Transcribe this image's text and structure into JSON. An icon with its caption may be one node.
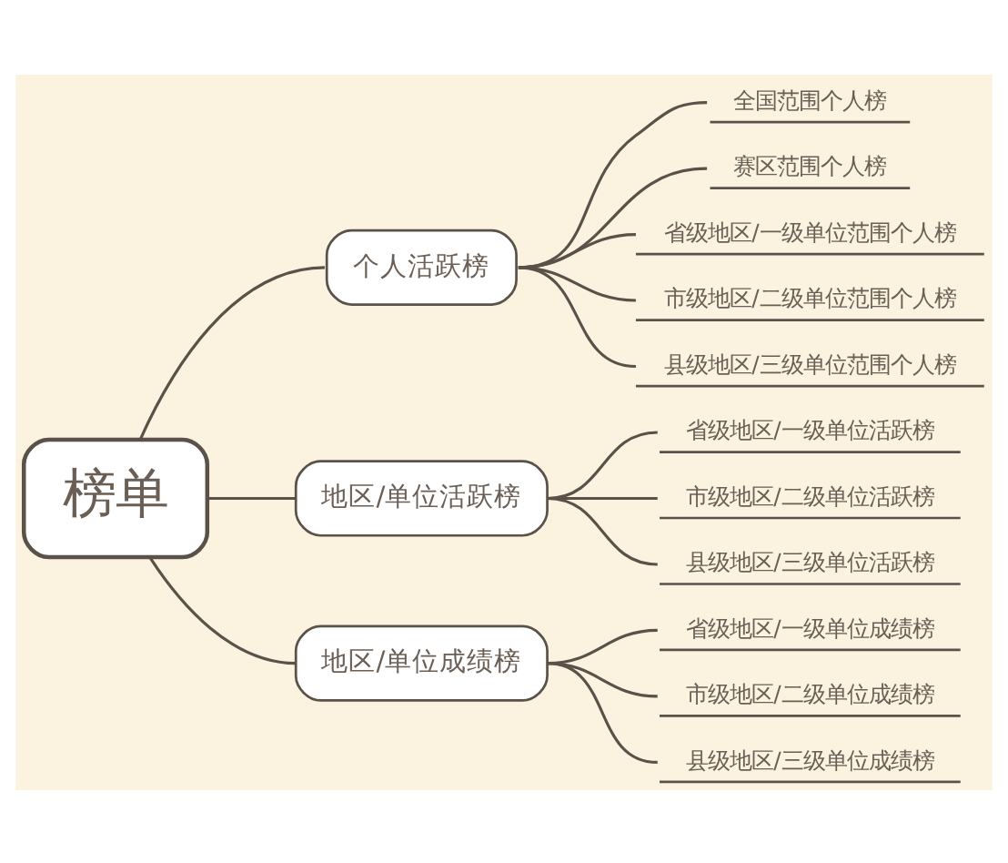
{
  "diagram": {
    "nodes": [
      {
        "text": [
          "榜单"
        ]
      },
      {
        "text": [
          "个人活跃榜"
        ]
      },
      {
        "text": [
          "全国范围个人榜"
        ]
      },
      {
        "text": [
          "赛区范围个人榜"
        ]
      },
      {
        "text": [
          "省级地区/一级单位范围个人榜"
        ]
      },
      {
        "text": [
          "市级地区/二级单位范围个人榜"
        ]
      },
      {
        "text": [
          "县级地区/三级单位范围个人榜"
        ]
      },
      {
        "text": [
          "地区/单位活跃榜"
        ]
      },
      {
        "text": [
          "省级地区/一级单位活跃榜"
        ]
      },
      {
        "text": [
          "市级地区/二级单位活跃榜"
        ]
      },
      {
        "text": [
          "县级地区/三级单位活跃榜"
        ]
      },
      {
        "text": [
          "地区/单位成绩榜"
        ]
      },
      {
        "text": [
          "省级地区/一级单位成绩榜"
        ]
      },
      {
        "text": [
          "市级地区/二级单位成绩榜"
        ]
      },
      {
        "text": [
          "县级地区/三级单位成绩榜"
        ]
      }
    ],
    "edges": [
      {
        "from": 0,
        "to": 1,
        "arrow": "none"
      },
      {
        "from": 1,
        "to": 2,
        "arrow": "none"
      },
      {
        "from": 1,
        "to": 3,
        "arrow": "none"
      },
      {
        "from": 1,
        "to": 4,
        "arrow": "none"
      },
      {
        "from": 1,
        "to": 5,
        "arrow": "none"
      },
      {
        "from": 1,
        "to": 6,
        "arrow": "none"
      },
      {
        "from": 0,
        "to": 7,
        "arrow": "none"
      },
      {
        "from": 7,
        "to": 8,
        "arrow": "none"
      },
      {
        "from": 7,
        "to": 9,
        "arrow": "none"
      },
      {
        "from": 7,
        "to": 10,
        "arrow": "none"
      },
      {
        "from": 0,
        "to": 11,
        "arrow": "none"
      },
      {
        "from": 11,
        "to": 12,
        "arrow": "none"
      },
      {
        "from": 11,
        "to": 13,
        "arrow": "none"
      },
      {
        "from": 11,
        "to": 14,
        "arrow": "none"
      }
    ]
  }
}
